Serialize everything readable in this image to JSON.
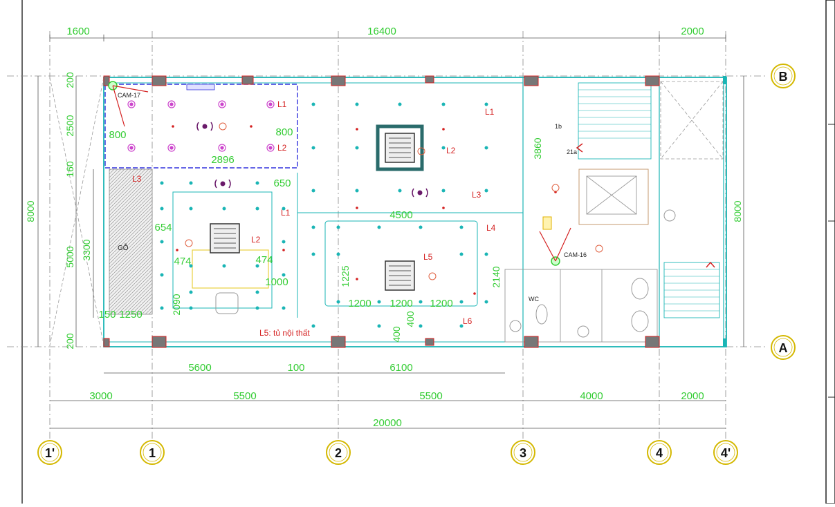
{
  "colors": {
    "dimension": "#33cc33",
    "label": "#d42020",
    "wall": "#1ab5b5",
    "column": "#777777",
    "column_mark": "#d42020",
    "grid_bubble": "#d4b800",
    "room_box": "#3333dd"
  },
  "dimensions": {
    "top": [
      "1600",
      "16400",
      "2000"
    ],
    "bottom1": [
      "5600",
      "100",
      "6100"
    ],
    "bottom2": [
      "3000",
      "5500",
      "5500",
      "4000",
      "2000"
    ],
    "total": "20000",
    "left_outer": "8000",
    "left_segments": [
      "200",
      "2500",
      "160",
      "5000",
      "200"
    ],
    "left_inner": "3300",
    "right": "8000",
    "interior": {
      "d800a": "800",
      "d800b": "800",
      "d2896": "2896",
      "d650": "650",
      "d654": "654",
      "d474a": "474",
      "d474b": "474",
      "d1000": "1000",
      "d2090": "2090",
      "d150": "150",
      "d1250": "1250",
      "d4500": "4500",
      "d1225": "1225",
      "d1200a": "1200",
      "d1200b": "1200",
      "d1200c": "1200",
      "d2140": "2140",
      "d400a": "400",
      "d400b": "400",
      "d3860": "3860"
    }
  },
  "grid": {
    "columns": [
      "1'",
      "1",
      "2",
      "3",
      "4",
      "4'"
    ],
    "rows": [
      "B",
      "A"
    ]
  },
  "labels": {
    "l1_top_left": "L1",
    "l2_top_left": "L2",
    "l3_left": "L3",
    "l1_mid": "L1",
    "l2_mid": "L2",
    "l1_top_right": "L1",
    "l2_top_right": "L2",
    "l3_right": "L3",
    "l4": "L4",
    "l5": "L5",
    "l6": "L6",
    "l5_note": "L5: tủ nội thất",
    "cam17": "CAM-17",
    "cam16": "CAM-16",
    "go": "GỖ",
    "wc": "WC",
    "stair_1b": "1b",
    "stair_21a": "21a"
  },
  "icons": [
    "ceiling-ac-cassette-icon",
    "downlight-icon",
    "speaker-icon",
    "camera-icon",
    "smoke-detector-icon",
    "grid-bubble-icon"
  ]
}
